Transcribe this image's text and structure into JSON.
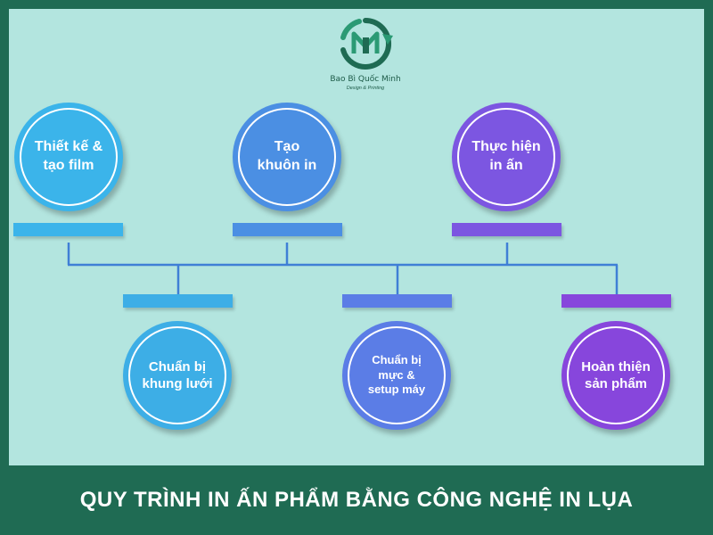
{
  "logo": {
    "name": "Bao Bì Quốc Minh",
    "tagline": "Design & Printing",
    "icon": "qm-monogram-logo"
  },
  "colors": {
    "frame": "#1f6b53",
    "background": "#b3e5df",
    "connector": "#3f7fd6",
    "text": "#ffffff"
  },
  "steps": [
    {
      "label": "Thiết kế &\ntạo film",
      "color": "#3bb4ea"
    },
    {
      "label": "Chuẩn bị\nkhung lưới",
      "color": "#3daee6"
    },
    {
      "label": "Tạo\nkhuôn in",
      "color": "#4b8fe3"
    },
    {
      "label": "Chuẩn bị\nmực &\nsetup máy",
      "color": "#5b7de6"
    },
    {
      "label": "Thực hiện\nin ấn",
      "color": "#7c56e1"
    },
    {
      "label": "Hoàn thiện\nsản phẩm",
      "color": "#8746dc"
    }
  ],
  "footer": {
    "title": "QUY TRÌNH IN ẤN PHẨM BẰNG CÔNG NGHỆ IN LỤA"
  }
}
